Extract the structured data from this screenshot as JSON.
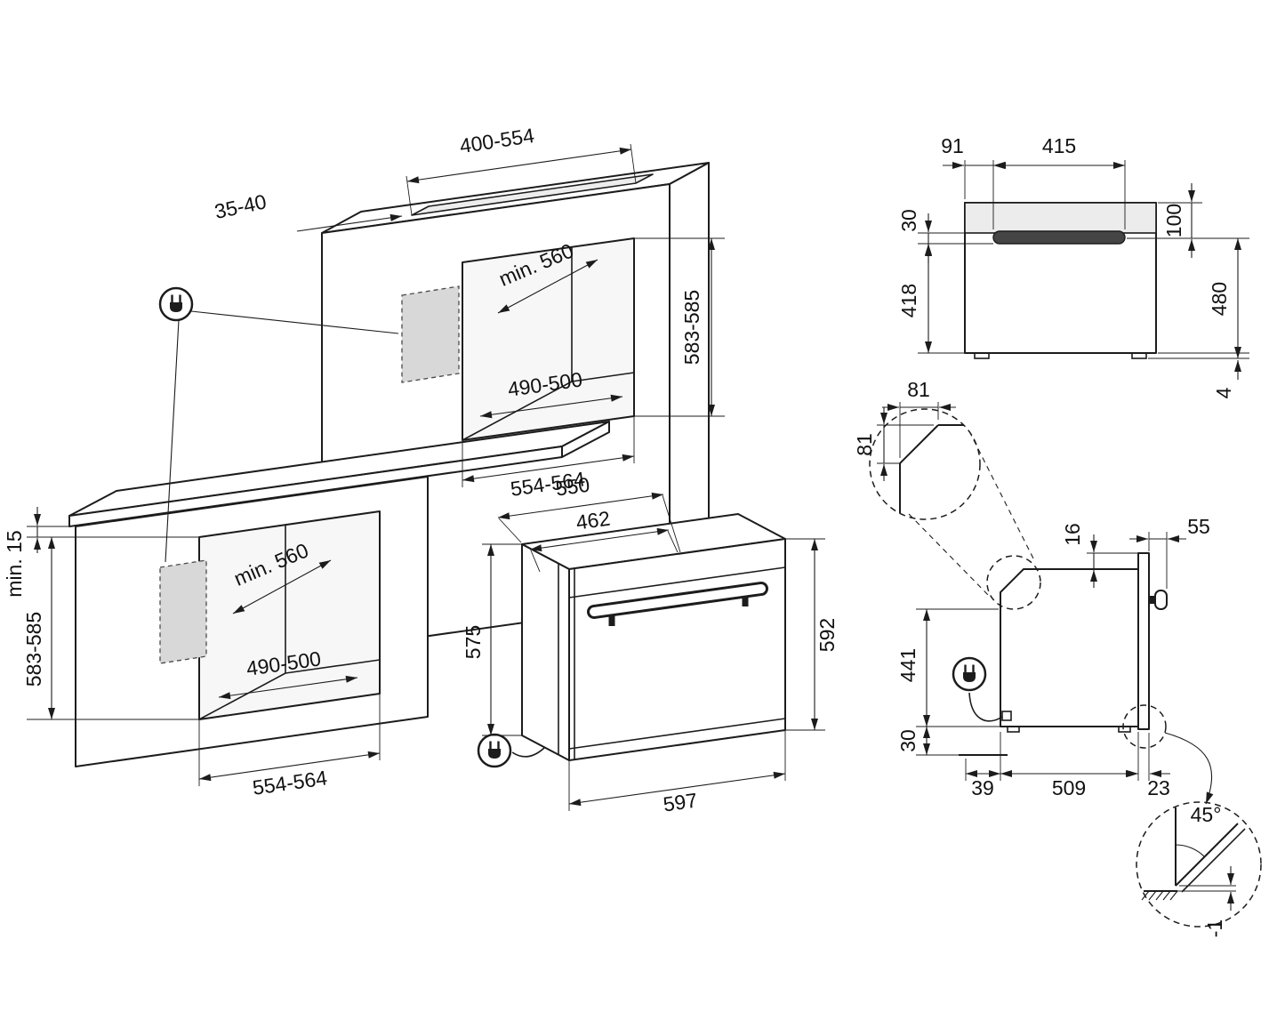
{
  "diagram": {
    "cabinets": {
      "column": {
        "vent_width": "400-554",
        "vent_gap": "35-40",
        "depth_min": "min. 560",
        "inner_width": "490-500",
        "opening_width": "554-564",
        "opening_height": "583-585"
      },
      "base": {
        "top_gap": "min. 15",
        "depth_min": "min. 560",
        "inner_width": "490-500",
        "opening_width": "554-564",
        "opening_height": "583-585"
      }
    },
    "oven_iso": {
      "depth_total": "550",
      "depth_inner": "462",
      "height_body": "575",
      "height_front": "592",
      "width": "597"
    },
    "front_view": {
      "handle_offset": "91",
      "handle_width": "415",
      "top_to_handle": "100",
      "handle_overlap": "30",
      "door_height": "418",
      "total_height": "480",
      "feet_height": "4"
    },
    "side_view": {
      "chamfer_width": "81",
      "chamfer_height": "81",
      "top_inset": "16",
      "front_protrusion": "55",
      "socket_height": "441",
      "bottom_gap": "30",
      "back_gap": "39",
      "body_depth": "509",
      "door_depth": "23"
    },
    "door_detail": {
      "angle": "45°",
      "floor_offset": "-1"
    },
    "icons": {
      "plug": "power-plug-icon"
    },
    "colors": {
      "line": "#1c1c1c",
      "patch": "#d8d8d8",
      "handle_dark": "#454545",
      "fascia": "#ececec"
    }
  }
}
